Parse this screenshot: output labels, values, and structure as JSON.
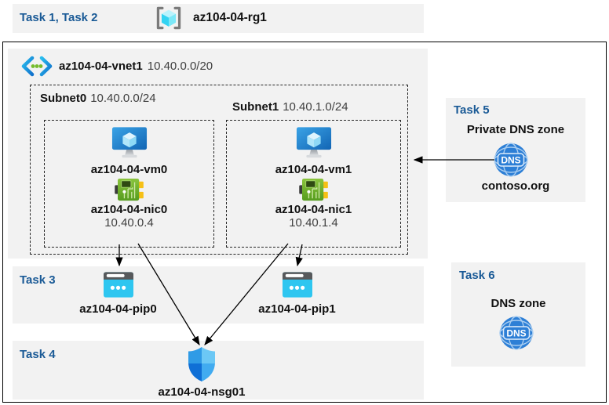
{
  "colors": {
    "band_bg": "#f2f2f2",
    "task_blue": "#1a5a96",
    "text": "#111111",
    "muted_text": "#3f3f3f",
    "frame": "#000000",
    "vm_blue": "#1e7fd0",
    "nic_green": "#6cb32b",
    "pip_cyan": "#2ec6f0",
    "nsg_blue": "#2f9be6",
    "dns_blue": "#2d7fd6",
    "rg_cyan": "#33d3f2",
    "vnet_dot_green": "#76bc2d"
  },
  "header": {
    "task_label": "Task 1, Task 2",
    "rg_name": "az104-04-rg1"
  },
  "vnet": {
    "name": "az104-04-vnet1",
    "cidr": "10.40.0.0/20"
  },
  "subnet0": {
    "name": "Subnet0",
    "cidr": "10.40.0.0/24",
    "vm": "az104-04-vm0",
    "nic": "az104-04-nic0",
    "ip": "10.40.0.4"
  },
  "subnet1": {
    "name": "Subnet1",
    "cidr": "10.40.1.0/24",
    "vm": "az104-04-vm1",
    "nic": "az104-04-nic1",
    "ip": "10.40.1.4"
  },
  "task3": {
    "label": "Task 3",
    "pip0": "az104-04-pip0",
    "pip1": "az104-04-pip1"
  },
  "task4": {
    "label": "Task 4",
    "nsg": "az104-04-nsg01"
  },
  "task5": {
    "label": "Task 5",
    "title": "Private DNS zone",
    "zone": "contoso.org",
    "dns_text": "DNS"
  },
  "task6": {
    "label": "Task 6",
    "title": "DNS zone",
    "dns_text": "DNS"
  },
  "icons": {
    "resource_group": "rg-brackets-cube-icon",
    "virtual_network": "vnet-chevrons-icon",
    "virtual_machine": "vm-monitor-icon",
    "network_interface": "nic-card-icon",
    "public_ip": "public-ip-icon",
    "network_security_group": "nsg-shield-icon",
    "dns": "dns-globe-icon"
  }
}
